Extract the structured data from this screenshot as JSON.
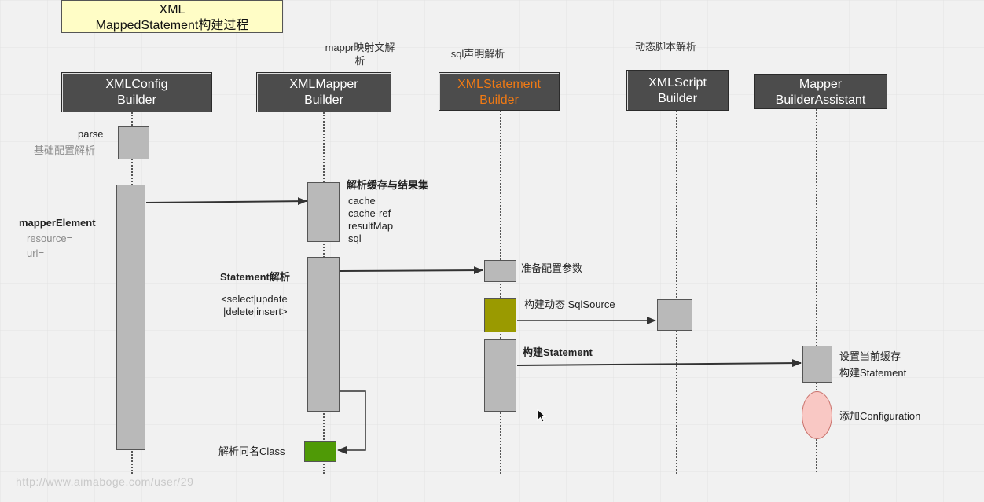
{
  "title": {
    "line1": "XML",
    "line2": "MappedStatement构建过程"
  },
  "captions": {
    "mapper": "mappr映射文解\n析",
    "statement": "sql声明解析",
    "script": "动态脚本解析"
  },
  "columns": [
    {
      "id": "xmlconfig",
      "line1": "XMLConfig",
      "line2": "Builder"
    },
    {
      "id": "xmlmapper",
      "line1": "XMLMapper",
      "line2": "Builder"
    },
    {
      "id": "xmlstatement",
      "line1": "XMLStatement",
      "line2": "Builder"
    },
    {
      "id": "xmlscript",
      "line1": "XMLScript",
      "line2": "Builder"
    },
    {
      "id": "assistant",
      "line1": "Mapper",
      "line2": "BuilderAssistant"
    }
  ],
  "labels": {
    "parse": "parse",
    "base_config": "基础配置解析",
    "mapper_element": "mapperElement",
    "resource": "resource=",
    "url": "url=",
    "cache_title": "解析缓存与结果集",
    "cache": "cache",
    "cache_ref": "cache-ref",
    "result_map": "resultMap",
    "sql": "sql",
    "statement_parse": "Statement解析",
    "select_update": "<select|update",
    "delete_insert": "|delete|insert>",
    "same_name_class": "解析同名Class",
    "prepare_params": "准备配置参数",
    "build_dynamic": "构建动态 SqlSource",
    "build_statement": "构建Statement",
    "set_cache": "设置当前缓存",
    "build_statement2": "构建Statement",
    "add_configuration": "添加Configuration"
  },
  "colors": {
    "background": "#f1f1f1",
    "header": "#4c4c4c",
    "highlight_text": "#f07a14",
    "title_box": "#fffdc6",
    "activation": "#b9b9b9",
    "olive": "#9a9a00",
    "green": "#4f9a06",
    "pink": "#f9c8c4"
  },
  "watermark": "http://www.aimaboge.com/user/29"
}
